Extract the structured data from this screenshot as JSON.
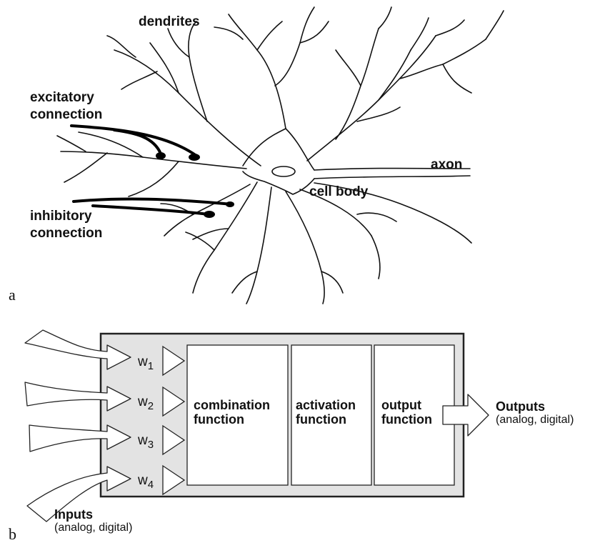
{
  "panel_a": {
    "letter": "a",
    "labels": {
      "dendrites": "dendrites",
      "excitatory": [
        "excitatory",
        "connection"
      ],
      "inhibitory": [
        "inhibitory",
        "connection"
      ],
      "axon": "axon",
      "cell_body": "cell body"
    }
  },
  "panel_b": {
    "letter": "b",
    "weights": [
      {
        "base": "w",
        "sub": "1"
      },
      {
        "base": "w",
        "sub": "2"
      },
      {
        "base": "w",
        "sub": "3"
      },
      {
        "base": "w",
        "sub": "4"
      }
    ],
    "boxes": [
      {
        "line1": "combination",
        "line2": "function"
      },
      {
        "line1": "activation",
        "line2": "function"
      },
      {
        "line1": "output",
        "line2": "function"
      }
    ],
    "outputs": {
      "title": "Outputs",
      "detail": "(analog, digital)"
    },
    "inputs": {
      "title": "Inputs",
      "detail": "(analog, digital)"
    },
    "colors": {
      "panel_fill": "#e3e3e3",
      "stroke": "#222222"
    }
  }
}
